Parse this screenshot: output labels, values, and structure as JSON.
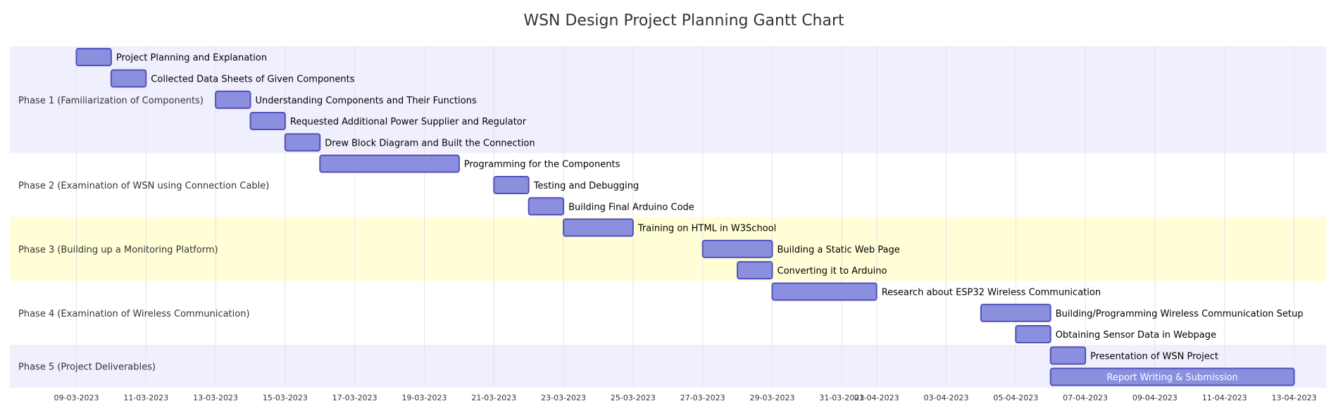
{
  "chart_data": {
    "type": "gantt",
    "title": "WSN Design Project Planning Gantt Chart",
    "x_axis": {
      "type": "date",
      "range": [
        "2023-03-07",
        "2023-04-14"
      ]
    },
    "x_ticks": [
      {
        "date": "2023-03-09",
        "label": "09-03-2023"
      },
      {
        "date": "2023-03-11",
        "label": "11-03-2023"
      },
      {
        "date": "2023-03-13",
        "label": "13-03-2023"
      },
      {
        "date": "2023-03-15",
        "label": "15-03-2023"
      },
      {
        "date": "2023-03-17",
        "label": "17-03-2023"
      },
      {
        "date": "2023-03-19",
        "label": "19-03-2023"
      },
      {
        "date": "2023-03-21",
        "label": "21-03-2023"
      },
      {
        "date": "2023-03-23",
        "label": "23-03-2023"
      },
      {
        "date": "2023-03-25",
        "label": "25-03-2023"
      },
      {
        "date": "2023-03-27",
        "label": "27-03-2023"
      },
      {
        "date": "2023-03-29",
        "label": "29-03-2023"
      },
      {
        "date": "2023-03-31",
        "label": "31-03-2023"
      },
      {
        "date": "2023-04-01",
        "label": "01-04-2023"
      },
      {
        "date": "2023-04-03",
        "label": "03-04-2023"
      },
      {
        "date": "2023-04-05",
        "label": "05-04-2023"
      },
      {
        "date": "2023-04-07",
        "label": "07-04-2023"
      },
      {
        "date": "2023-04-09",
        "label": "09-04-2023"
      },
      {
        "date": "2023-04-11",
        "label": "11-04-2023"
      },
      {
        "date": "2023-04-13",
        "label": "13-04-2023"
      }
    ],
    "section_colors": [
      "#efeffd",
      "#ffffff",
      "#fffed6",
      "#ffffff",
      "#efeffd"
    ],
    "bar_color": "#8a90dd",
    "bar_border_color": "#534fbc",
    "sections": [
      {
        "name": "Phase 1 (Familiarization of Components)",
        "tasks": [
          {
            "name": "Project Planning and Explanation",
            "start": "2023-03-09",
            "end": "2023-03-10"
          },
          {
            "name": "Collected Data Sheets of Given Components",
            "start": "2023-03-10",
            "end": "2023-03-11"
          },
          {
            "name": "Understanding Components and Their Functions",
            "start": "2023-03-13",
            "end": "2023-03-14"
          },
          {
            "name": "Requested Additional Power Supplier and Regulator",
            "start": "2023-03-14",
            "end": "2023-03-15"
          },
          {
            "name": "Drew Block Diagram and Built the Connection",
            "start": "2023-03-15",
            "end": "2023-03-16"
          }
        ]
      },
      {
        "name": "Phase 2 (Examination of WSN using Connection Cable)",
        "tasks": [
          {
            "name": "Programming for the Components",
            "start": "2023-03-16",
            "end": "2023-03-20"
          },
          {
            "name": "Testing and Debugging",
            "start": "2023-03-21",
            "end": "2023-03-22"
          },
          {
            "name": "Building Final Arduino Code",
            "start": "2023-03-22",
            "end": "2023-03-23"
          }
        ]
      },
      {
        "name": "Phase 3 (Building up a Monitoring Platform)",
        "tasks": [
          {
            "name": "Training on HTML in W3School",
            "start": "2023-03-23",
            "end": "2023-03-25"
          },
          {
            "name": "Building a Static Web Page",
            "start": "2023-03-27",
            "end": "2023-03-29"
          },
          {
            "name": "Converting it to Arduino",
            "start": "2023-03-28",
            "end": "2023-03-29"
          }
        ]
      },
      {
        "name": "Phase 4 (Examination of Wireless Communication)",
        "tasks": [
          {
            "name": "Research about ESP32 Wireless Communication",
            "start": "2023-03-29",
            "end": "2023-04-01"
          },
          {
            "name": "Building/Programming Wireless Communication Setup",
            "start": "2023-04-04",
            "end": "2023-04-06"
          },
          {
            "name": "Obtaining Sensor Data in Webpage",
            "start": "2023-04-05",
            "end": "2023-04-06"
          }
        ]
      },
      {
        "name": "Phase 5 (Project Deliverables)",
        "tasks": [
          {
            "name": "Presentation of WSN Project",
            "start": "2023-04-06",
            "end": "2023-04-07"
          },
          {
            "name": "Report Writing & Submission",
            "start": "2023-04-06",
            "end": "2023-04-13",
            "label_inside": true
          }
        ]
      }
    ]
  }
}
